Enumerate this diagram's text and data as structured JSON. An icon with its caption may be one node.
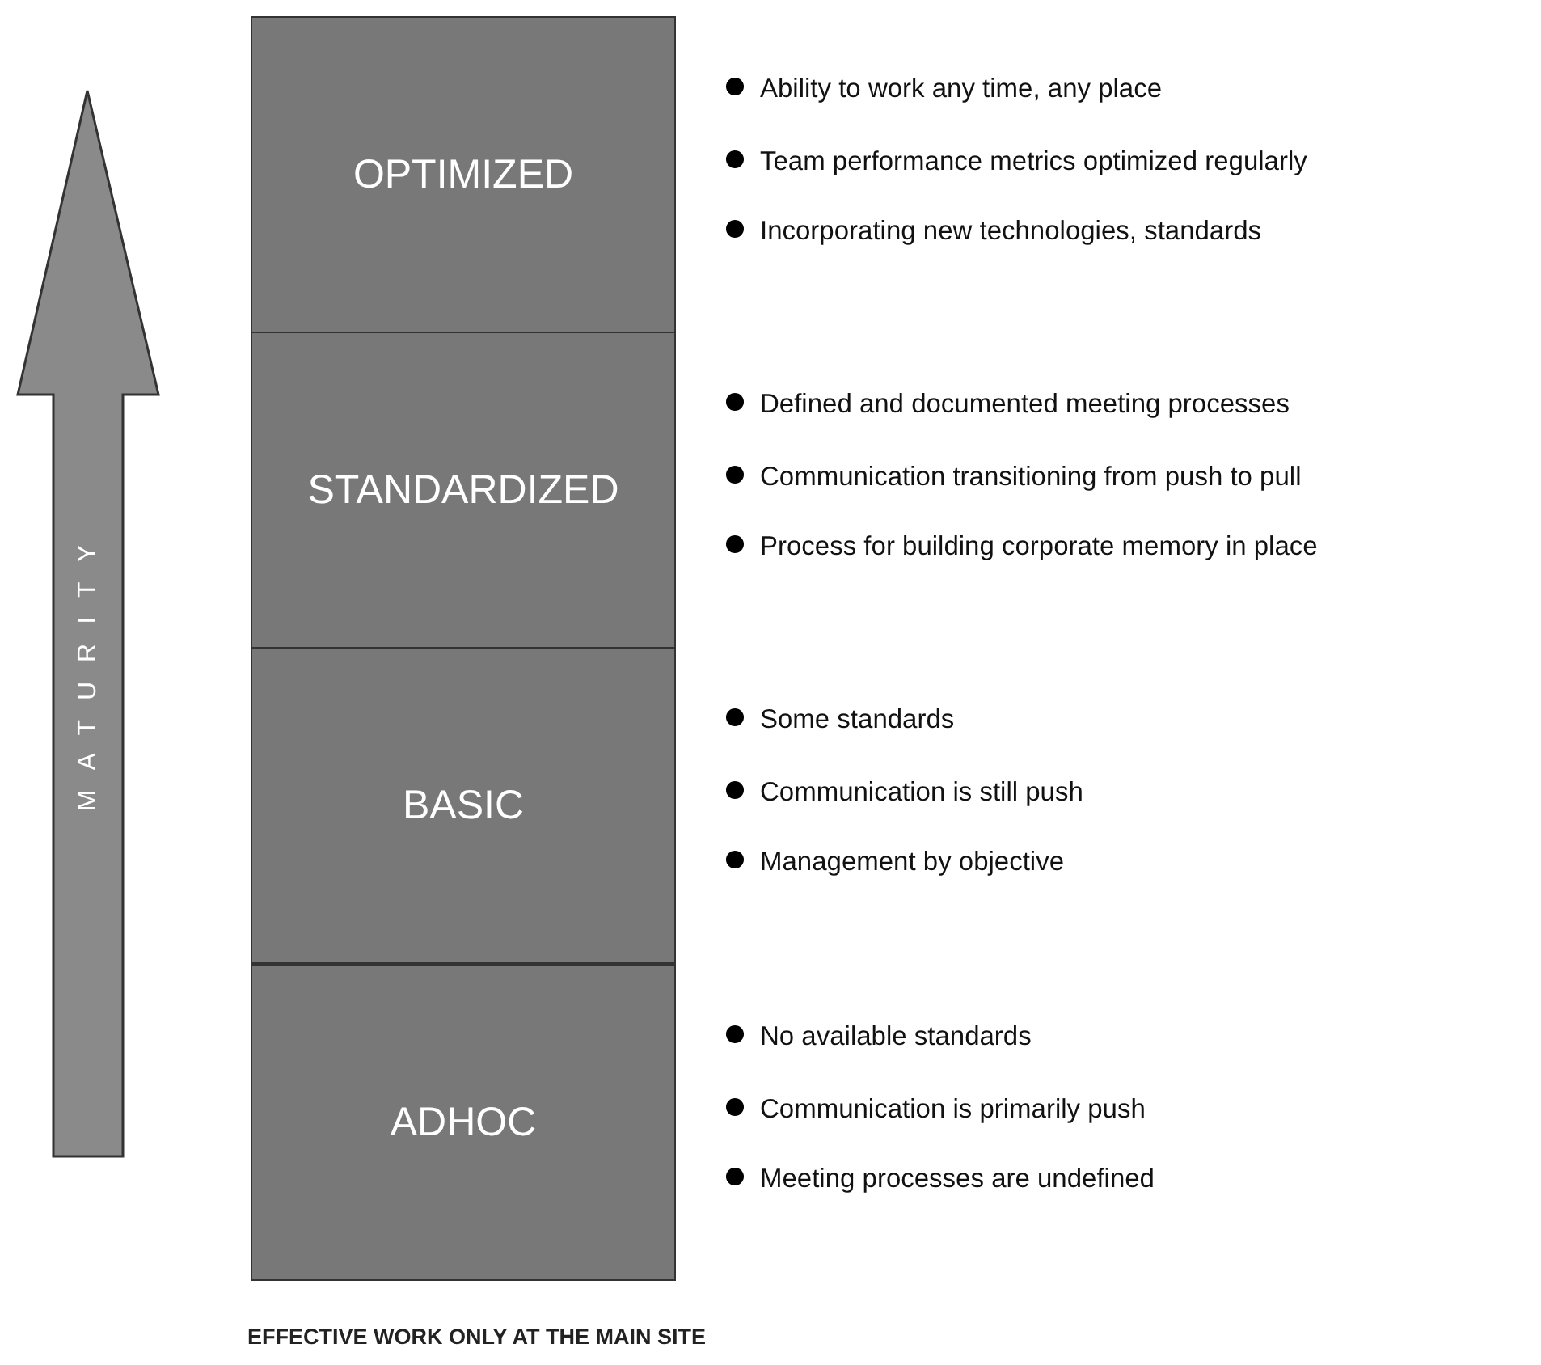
{
  "diagram": {
    "nodes": [
      {
        "text": [
          "MATURITY"
        ]
      },
      {
        "text": [
          "OPTIMIZED"
        ],
        "beside": [
          "Ability to work any time, any place",
          "Team performance metrics optimized regularly",
          "Incorporating new technologies, standards"
        ]
      },
      {
        "text": [
          "STANDARDIZED"
        ],
        "beside": [
          "Defined and documented meeting processes",
          "Communication transitioning from push to pull",
          "Process for building corporate memory in place"
        ]
      },
      {
        "text": [
          "BASIC"
        ],
        "beside": [
          "Some standards",
          "Communication is still push",
          "Management by objective"
        ]
      },
      {
        "text": [
          "ADHOC"
        ],
        "beside": [
          "No available standards",
          "Communication is primarily push",
          "Meeting processes are undefined"
        ]
      }
    ],
    "labels": [
      "EFFECTIVE WORK ONLY AT THE MAIN SITE"
    ]
  }
}
